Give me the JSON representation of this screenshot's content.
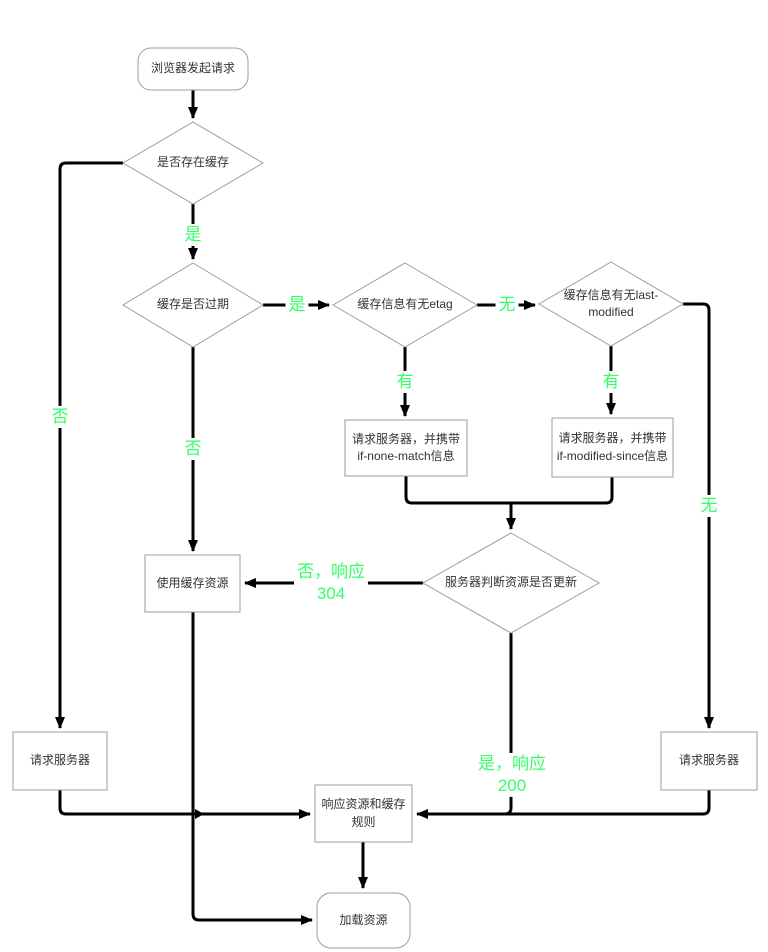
{
  "colors": {
    "background": "#ffffff",
    "shape_fill": "#ffffff",
    "shape_border": "#9e9e9e",
    "edge": "#000000",
    "label_green": "#33ff66",
    "node_text": "#333333"
  },
  "nodes": {
    "start": {
      "type": "rounded",
      "label": "浏览器发起请求"
    },
    "has_cache": {
      "type": "decision",
      "label": "是否存在缓存"
    },
    "cache_expired": {
      "type": "decision",
      "label": "缓存是否过期"
    },
    "has_etag": {
      "type": "decision",
      "label": "缓存信息有无etag"
    },
    "has_last_modified": {
      "type": "decision",
      "label": "缓存信息有无last-modified"
    },
    "request_with_if_none_match": {
      "type": "process",
      "label": "请求服务器，并携带if-none-match信息"
    },
    "request_with_if_modified_since": {
      "type": "process",
      "label": "请求服务器，并携带if-modified-since信息"
    },
    "server_check_updated": {
      "type": "decision",
      "label": "服务器判断资源是否更新"
    },
    "use_cached_resource": {
      "type": "process",
      "label": "使用缓存资源"
    },
    "request_server_left": {
      "type": "process",
      "label": "请求服务器"
    },
    "request_server_right": {
      "type": "process",
      "label": "请求服务器"
    },
    "respond_resource_and_cache_rules": {
      "type": "process",
      "label": "响应资源和缓存规则"
    },
    "load_resource": {
      "type": "rounded",
      "label": "加载资源"
    }
  },
  "edge_labels": {
    "cache_exists_yes": "是",
    "cache_exists_no": "否",
    "expired_yes": "是",
    "expired_no": "否",
    "etag_no": "无",
    "etag_yes": "有",
    "last_modified_yes": "有",
    "last_modified_no": "无",
    "not_updated_line1": "否，响应",
    "not_updated_line2": "304",
    "updated_line1": "是，响应",
    "updated_line2": "200"
  }
}
